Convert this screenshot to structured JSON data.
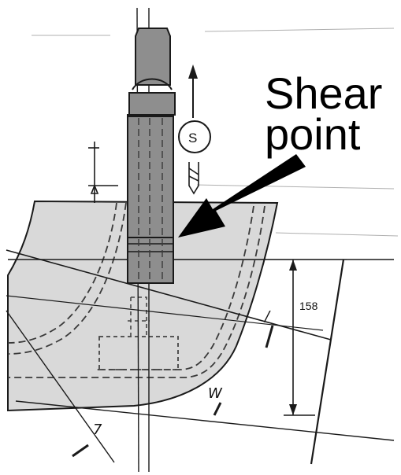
{
  "callout": {
    "line1": "Shear",
    "line2": "point"
  },
  "symbol_circle": "S",
  "dimension_label": "158",
  "marks": {
    "w_mark": "W",
    "mark_a": "/",
    "mark_b": "/",
    "mark_c": "7"
  },
  "colors": {
    "part_fill": "#d9d9d9",
    "pin_fill": "#8e8e8e",
    "pin_dark": "#5e5e5e",
    "line": "#1a1a1a",
    "arrow": "#000000"
  }
}
